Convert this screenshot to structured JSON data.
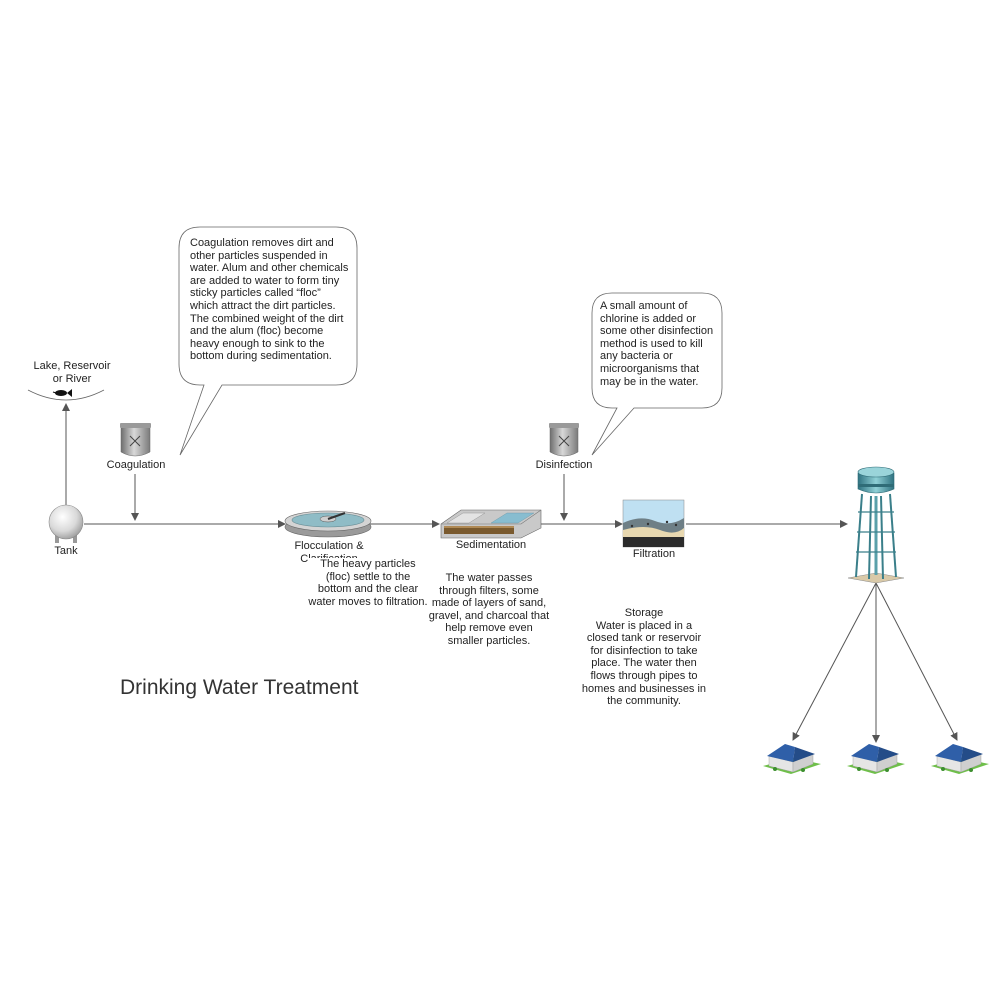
{
  "title": "Drinking Water Treatment",
  "nodes": {
    "source": {
      "label_line1": "Lake, Reservoir",
      "label_line2": "or River"
    },
    "tank": {
      "label": "Tank"
    },
    "coagulation": {
      "label": "Coagulation"
    },
    "flocculation": {
      "label_line1": "Flocculation &",
      "label_line2": "Clarification"
    },
    "sedimentation": {
      "label": "Sedimentation"
    },
    "disinfection": {
      "label": "Disinfection"
    },
    "filtration": {
      "label": "Filtration"
    },
    "storage": {
      "label": "Storage"
    }
  },
  "callouts": {
    "coagulation": "Coagulation removes dirt and other particles suspended in water. Alum and other chemicals are added to water to form tiny sticky particles called “floc” which attract the dirt particles. The combined weight of the dirt and the alum (floc) become heavy enough to sink to the bottom during sedimentation.",
    "disinfection": "A small amount of chlorine is added or some other disinfection method is used to kill any bacteria or microorganisms that may be in the water."
  },
  "descriptions": {
    "sedimentation": "The heavy particles (floc) settle to the bottom and the clear water moves to filtration.",
    "filtration": "The water passes through filters, some made of layers of sand, gravel, and charcoal that help remove even smaller particles.",
    "storage": "Water is placed in a closed tank or reservoir for disinfection to take place. The water then flows through pipes to homes and businesses in the community."
  },
  "colors": {
    "line": "#555555",
    "house_roof": "#2f5fa8",
    "grass": "#6fbf4a",
    "tower": "#3a7f8a"
  },
  "icons": {
    "source": "fish-icon",
    "tank": "sphere-tank-icon",
    "coagulation": "chemical-tank-icon",
    "flocculation": "clarifier-icon",
    "sedimentation": "sedimentation-basin-icon",
    "disinfection": "chemical-tank-icon",
    "filtration": "filter-layers-icon",
    "storage": "water-tower-icon",
    "homes": "house-icon"
  }
}
